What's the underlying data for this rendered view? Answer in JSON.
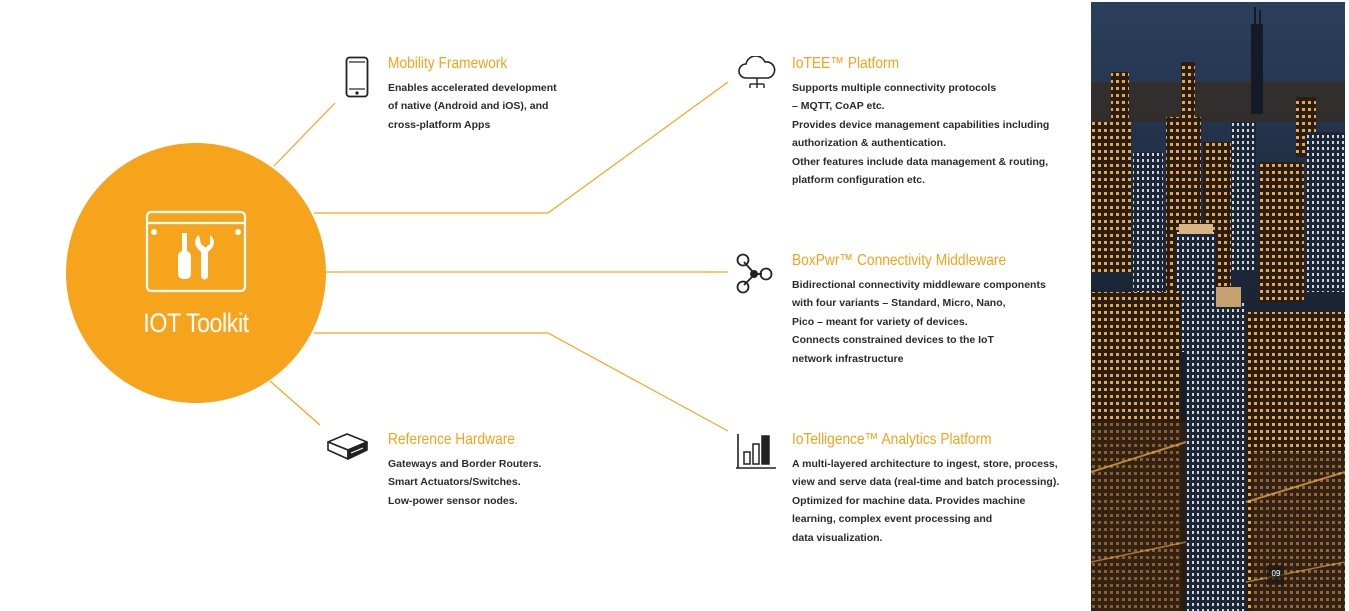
{
  "hub": {
    "title": "IOT Toolkit",
    "icon": "toolbox-icon",
    "color": "#f7a41d"
  },
  "accent_color": "#f5a21b",
  "blocks": [
    {
      "id": "mobility",
      "icon": "smartphone-icon",
      "title": "Mobility Framework",
      "lines": [
        "Enables accelerated development",
        "of native (Android and iOS), and",
        "cross-platform Apps"
      ]
    },
    {
      "id": "iotee",
      "icon": "cloud-network-icon",
      "title": "IoTEE™ Platform",
      "lines": [
        "Supports multiple connectivity protocols",
        "– MQTT, CoAP etc.",
        "Provides device management capabilities including",
        "authorization & authentication.",
        "Other features include data management & routing,",
        "platform configuration etc."
      ]
    },
    {
      "id": "boxpwr",
      "icon": "connected-nodes-icon",
      "title": "BoxPwr™ Connectivity Middleware",
      "lines": [
        "Bidirectional connectivity middleware components",
        "with four variants – Standard, Micro, Nano,",
        "Pico – meant for variety of devices.",
        "Connects constrained devices to the IoT",
        "network infrastructure"
      ]
    },
    {
      "id": "hardware",
      "icon": "hardware-box-icon",
      "title": "Reference Hardware",
      "lines": [
        "Gateways and Border Routers.",
        "Smart Actuators/Switches.",
        "Low-power sensor nodes."
      ]
    },
    {
      "id": "iotelligence",
      "icon": "bar-chart-icon",
      "title": "IoTelligence™ Analytics Platform",
      "lines": [
        "A multi-layered architecture to ingest, store, process,",
        "view and serve data (real-time and batch processing).",
        "Optimized for machine data. Provides machine",
        "learning, complex event processing and",
        "data visualization."
      ]
    }
  ],
  "photo": {
    "icon": "city-skyline-photo"
  },
  "page_number": "09"
}
